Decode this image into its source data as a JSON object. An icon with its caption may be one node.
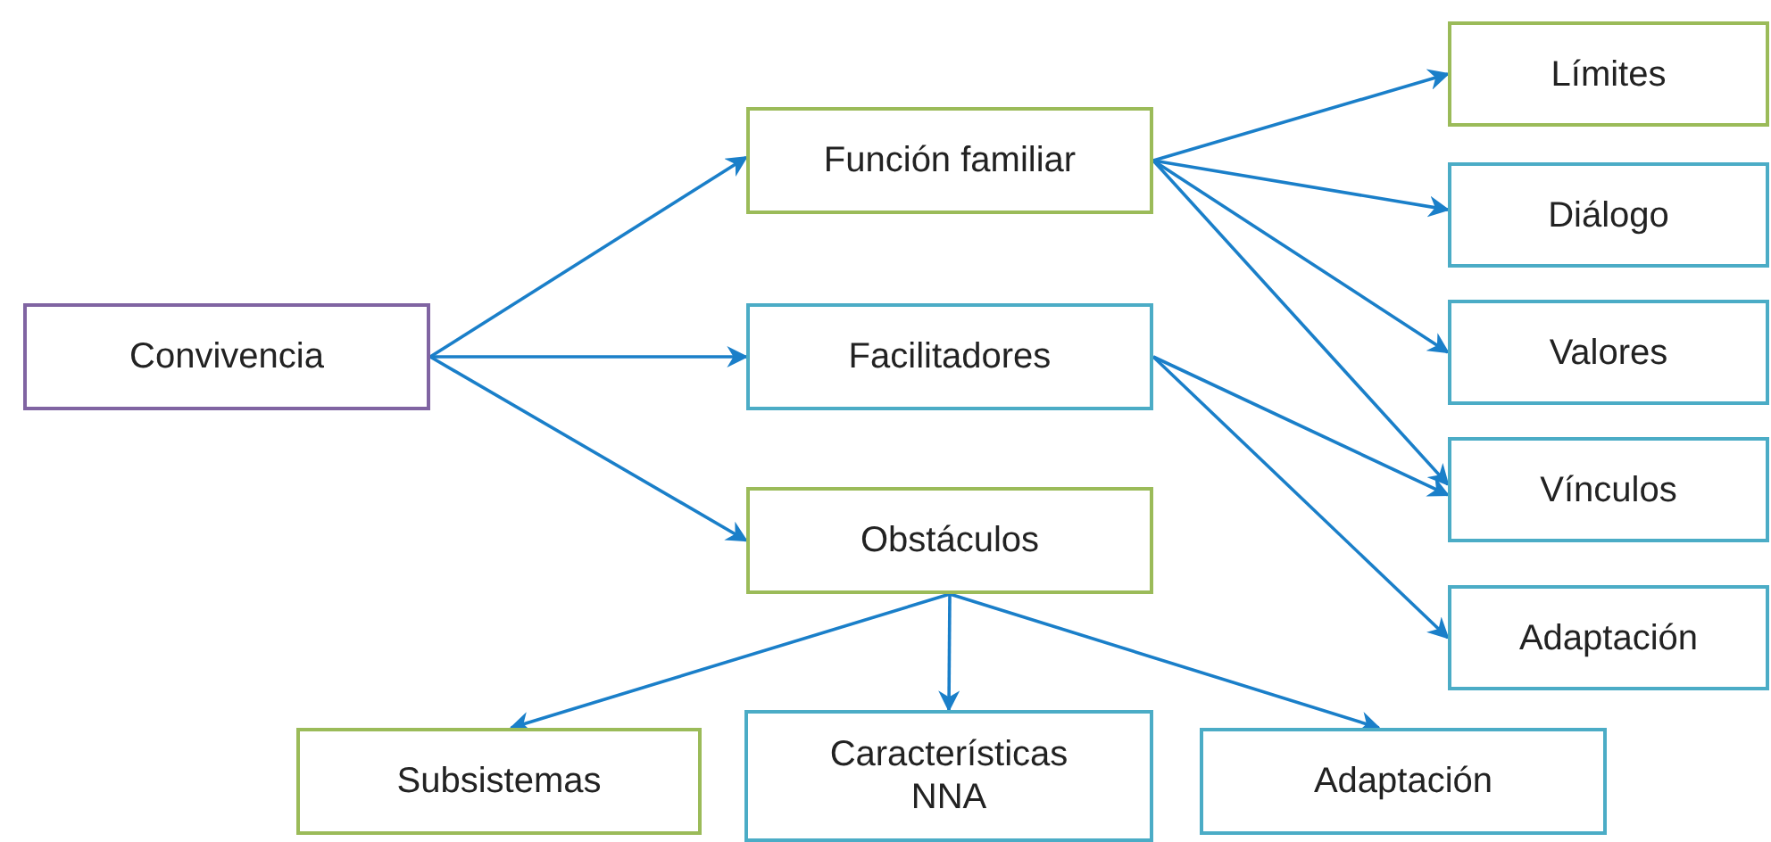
{
  "diagram": {
    "nodes": [
      {
        "text": [
          "Convivencia"
        ]
      },
      {
        "text": [
          "Función familiar"
        ]
      },
      {
        "text": [
          "Facilitadores"
        ]
      },
      {
        "text": [
          "Obstáculos"
        ]
      },
      {
        "text": [
          "Límites"
        ]
      },
      {
        "text": [
          "Diálogo"
        ]
      },
      {
        "text": [
          "Valores"
        ]
      },
      {
        "text": [
          "Vínculos"
        ]
      },
      {
        "text": [
          "Adaptación"
        ]
      },
      {
        "text": [
          "Subsistemas"
        ]
      },
      {
        "text": [
          "Características NNA"
        ]
      },
      {
        "text": [
          "Adaptación"
        ]
      }
    ],
    "edges": [
      {
        "from": 0,
        "to": 1,
        "arrow": "to"
      },
      {
        "from": 0,
        "to": 2,
        "arrow": "to"
      },
      {
        "from": 0,
        "to": 3,
        "arrow": "to"
      },
      {
        "from": 1,
        "to": 4,
        "arrow": "to"
      },
      {
        "from": 1,
        "to": 5,
        "arrow": "to"
      },
      {
        "from": 1,
        "to": 6,
        "arrow": "to"
      },
      {
        "from": 1,
        "to": 7,
        "arrow": "to"
      },
      {
        "from": 2,
        "to": 7,
        "arrow": "to"
      },
      {
        "from": 2,
        "to": 8,
        "arrow": "to"
      },
      {
        "from": 3,
        "to": 9,
        "arrow": "to"
      },
      {
        "from": 3,
        "to": 10,
        "arrow": "to"
      },
      {
        "from": 3,
        "to": 11,
        "arrow": "to"
      }
    ]
  }
}
